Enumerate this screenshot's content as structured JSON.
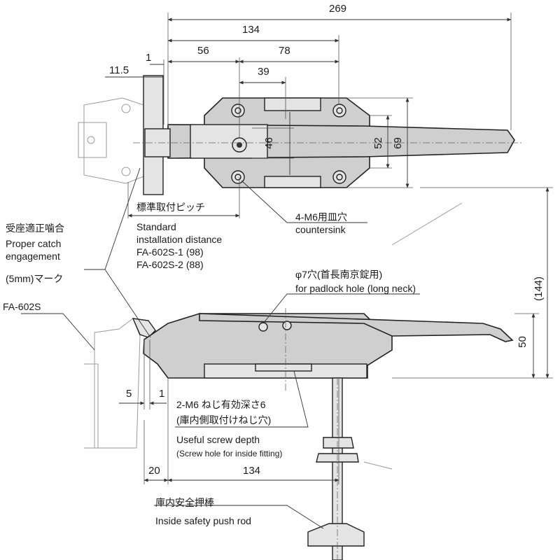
{
  "dimensions": {
    "d269": "269",
    "d134_top": "134",
    "d56": "56",
    "d78": "78",
    "d39": "39",
    "d11_5": "11.5",
    "d1_top": "1",
    "d46": "46",
    "d52": "52",
    "d69": "69",
    "d144": "(144)",
    "d50": "50",
    "d5": "5",
    "d1_bottom": "1",
    "d20": "20",
    "d134_bottom": "134"
  },
  "labels": {
    "pitch_jp": "標準取付ピッチ",
    "pitch_en1": "Standard",
    "pitch_en2": "installation distance",
    "pitch_model1": "FA-602S-1 (98)",
    "pitch_model2": "FA-602S-2 (88)",
    "countersink_jp": "4-M6用皿穴",
    "countersink_en": "countersink",
    "catch_jp": "受座適正噛合",
    "catch_en1": "Proper catch",
    "catch_en2": "engagement",
    "catch_mark": "(5mm)マーク",
    "model": "FA-602S",
    "padlock_jp": "φ7穴(首長南京錠用)",
    "padlock_en": "for padlock hole (long neck)",
    "screw_jp1": "2-M6 ねじ有効深さ6",
    "screw_jp2": "(庫内側取付けねじ穴)",
    "screw_en1": "Useful screw depth",
    "screw_en2": "(Screw hole for inside fitting)",
    "pushrod_jp": "庫内安全押棒",
    "pushrod_en": "Inside safety push rod"
  }
}
